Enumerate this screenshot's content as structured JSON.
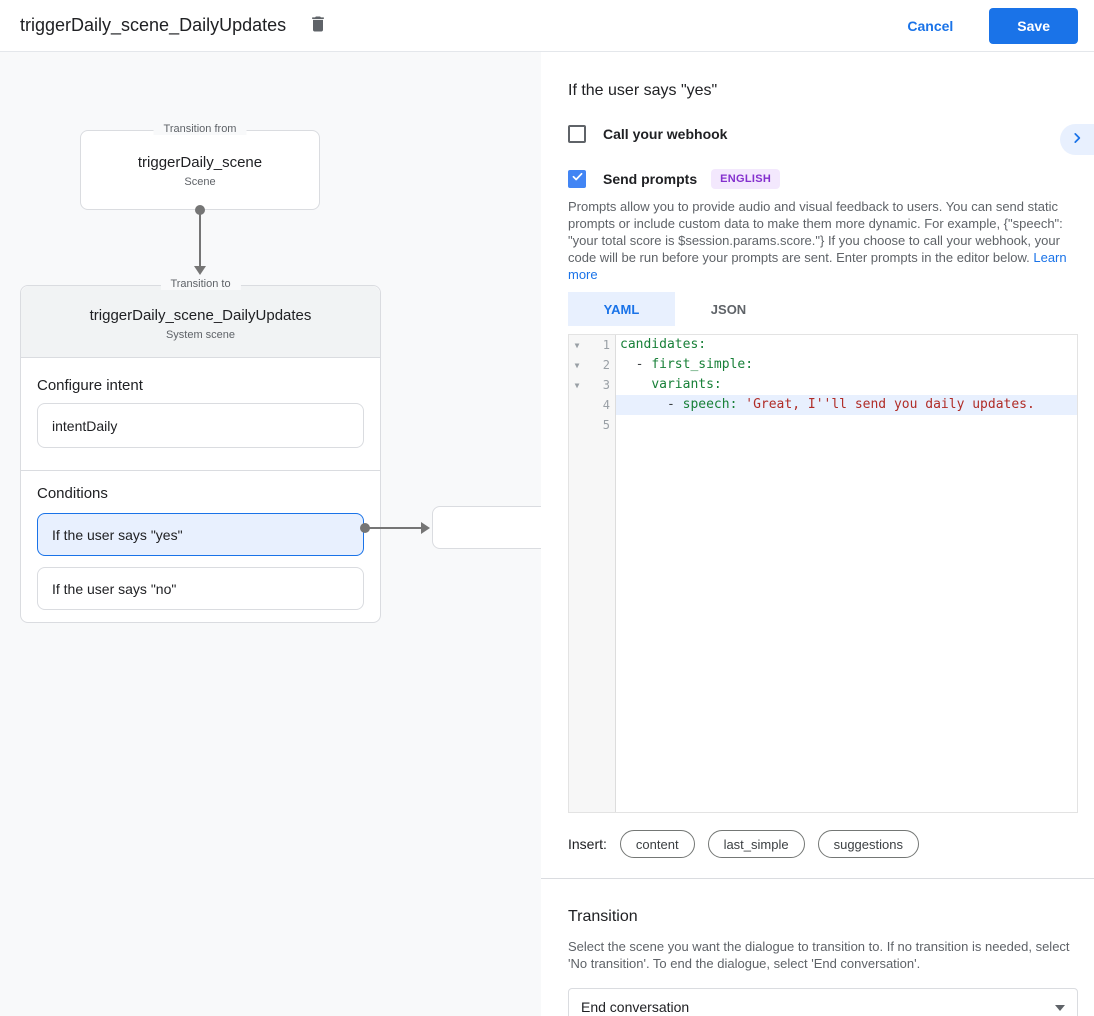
{
  "header": {
    "title": "triggerDaily_scene_DailyUpdates",
    "cancel_label": "Cancel",
    "save_label": "Save"
  },
  "diagram": {
    "from_node": {
      "legend": "Transition from",
      "title": "triggerDaily_scene",
      "subtitle": "Scene"
    },
    "to_node": {
      "legend": "Transition to",
      "title": "triggerDaily_scene_DailyUpdates",
      "subtitle": "System scene",
      "intent_section_label": "Configure intent",
      "intent_value": "intentDaily",
      "conditions_label": "Conditions",
      "conditions": [
        {
          "label": "If the user says \"yes\"",
          "selected": true
        },
        {
          "label": "If the user says \"no\"",
          "selected": false
        }
      ]
    }
  },
  "panel": {
    "title": "If the user says \"yes\"",
    "webhook_label": "Call your webhook",
    "prompts_label": "Send prompts",
    "language_badge": "ENGLISH",
    "description": "Prompts allow you to provide audio and visual feedback to users. You can send static prompts or include custom data to make them more dynamic. For example, {\"speech\": \"your total score is $session.params.score.\"} If you choose to call your webhook, your code will be run before your prompts are sent. Enter prompts in the editor below. ",
    "learn_more_label": "Learn more",
    "tabs": [
      {
        "label": "YAML",
        "active": true
      },
      {
        "label": "JSON",
        "active": false
      }
    ],
    "editor": {
      "lines": [
        {
          "num": "1",
          "fold": true,
          "highlight": false,
          "segments": [
            {
              "t": "candidates:",
              "c": "key"
            }
          ]
        },
        {
          "num": "2",
          "fold": true,
          "highlight": false,
          "segments": [
            {
              "t": "  - ",
              "c": "plain"
            },
            {
              "t": "first_simple:",
              "c": "key"
            }
          ]
        },
        {
          "num": "3",
          "fold": true,
          "highlight": false,
          "segments": [
            {
              "t": "    ",
              "c": "plain"
            },
            {
              "t": "variants:",
              "c": "key"
            }
          ]
        },
        {
          "num": "4",
          "fold": false,
          "highlight": true,
          "segments": [
            {
              "t": "      - ",
              "c": "plain"
            },
            {
              "t": "speech: ",
              "c": "key"
            },
            {
              "t": "'Great, I''ll send you daily updates.",
              "c": "str"
            }
          ]
        },
        {
          "num": "5",
          "fold": false,
          "highlight": false,
          "segments": []
        }
      ]
    },
    "insert_label": "Insert:",
    "insert_chips": [
      "content",
      "last_simple",
      "suggestions"
    ],
    "transition": {
      "title": "Transition",
      "description": "Select the scene you want the dialogue to transition to. If no transition is needed, select 'No transition'. To end the dialogue, select 'End conversation'.",
      "selected_value": "End conversation"
    }
  },
  "colors": {
    "accent_blue": "#1a73e8",
    "checkbox_blue": "#4285f4",
    "selected_condition_bg": "#e8f0fe",
    "badge_purple_text": "#8430ce",
    "badge_purple_bg": "#f3e8fd",
    "code_key_green": "#188038",
    "code_string_red": "#b02c27",
    "line_highlight": "#e8f0fe",
    "connector_gray": "#757575"
  }
}
